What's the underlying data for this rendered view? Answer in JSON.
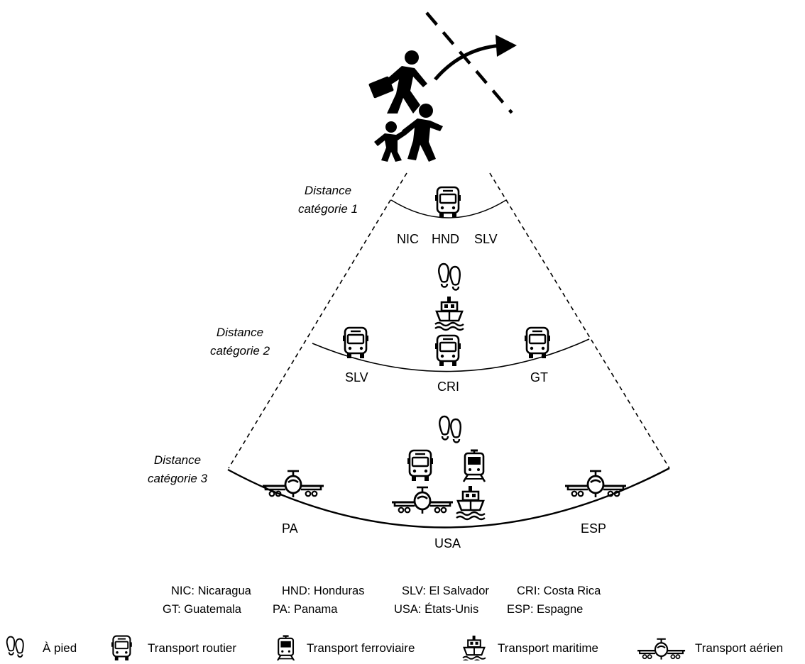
{
  "categories": [
    {
      "label_line1": "Distance",
      "label_line2": "catégorie 1"
    },
    {
      "label_line1": "Distance",
      "label_line2": "catégorie 2"
    },
    {
      "label_line1": "Distance",
      "label_line2": "catégorie 3"
    }
  ],
  "countries": {
    "cat1": [
      "NIC",
      "HND",
      "SLV"
    ],
    "cat2": [
      "SLV",
      "CRI",
      "GT"
    ],
    "cat3": [
      "PA",
      "USA",
      "ESP"
    ]
  },
  "abbreviations": [
    "NIC: Nicaragua",
    "HND: Honduras",
    "SLV: El Salvador",
    "CRI: Costa Rica",
    "GT: Guatemala",
    "PA: Panama",
    "USA: États-Unis",
    "ESP: Espagne"
  ],
  "legend": [
    {
      "icon": "footprints-icon",
      "label": "À pied"
    },
    {
      "icon": "bus-icon",
      "label": "Transport routier"
    },
    {
      "icon": "train-icon",
      "label": "Transport ferroviaire"
    },
    {
      "icon": "ship-icon",
      "label": "Transport maritime"
    },
    {
      "icon": "airplane-icon",
      "label": "Transport aérien"
    }
  ]
}
